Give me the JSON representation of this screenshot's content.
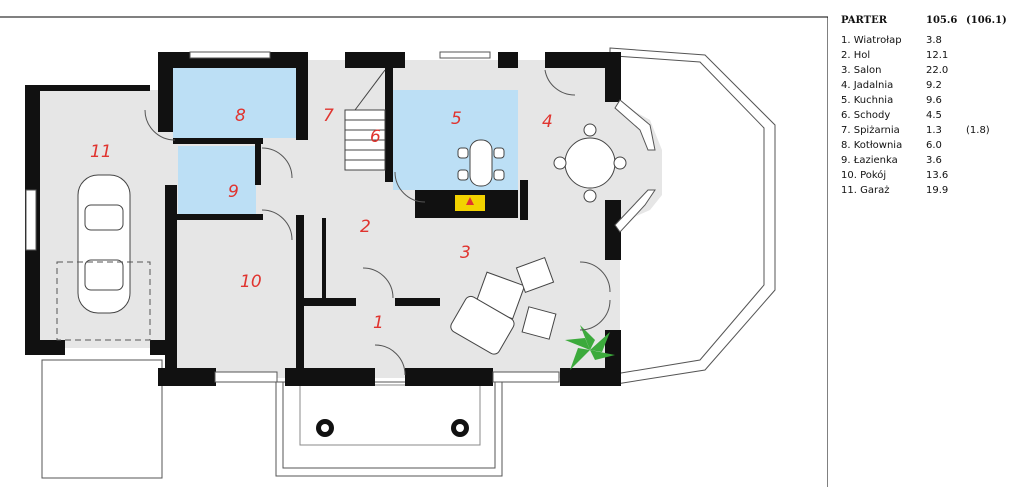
{
  "legend": {
    "title": "PARTER",
    "total": "105.6",
    "total_alt": "(106.1)",
    "rooms": [
      {
        "label": "1. Wiatrołap",
        "area": "3.8",
        "extra": ""
      },
      {
        "label": "2. Hol",
        "area": "12.1",
        "extra": ""
      },
      {
        "label": "3. Salon",
        "area": "22.0",
        "extra": ""
      },
      {
        "label": "4. Jadalnia",
        "area": "9.2",
        "extra": ""
      },
      {
        "label": "5. Kuchnia",
        "area": "9.6",
        "extra": ""
      },
      {
        "label": "6. Schody",
        "area": "4.5",
        "extra": ""
      },
      {
        "label": "7. Spiżarnia",
        "area": "1.3",
        "extra": "(1.8)"
      },
      {
        "label": "8. Kotłownia",
        "area": "6.0",
        "extra": ""
      },
      {
        "label": "9. Łazienka",
        "area": "3.6",
        "extra": ""
      },
      {
        "label": "10. Pokój",
        "area": "13.6",
        "extra": ""
      },
      {
        "label": "11. Garaż",
        "area": "19.9",
        "extra": ""
      }
    ]
  },
  "plan": {
    "room_numbers": [
      "1",
      "2",
      "3",
      "4",
      "5",
      "6",
      "7",
      "8",
      "9",
      "10",
      "11"
    ]
  },
  "colors": {
    "wall": "#111111",
    "floor": "#e6e6e6",
    "wet_room": "#bcdff5",
    "room_number": "#e0342f",
    "fireplace": "#f2d200"
  }
}
